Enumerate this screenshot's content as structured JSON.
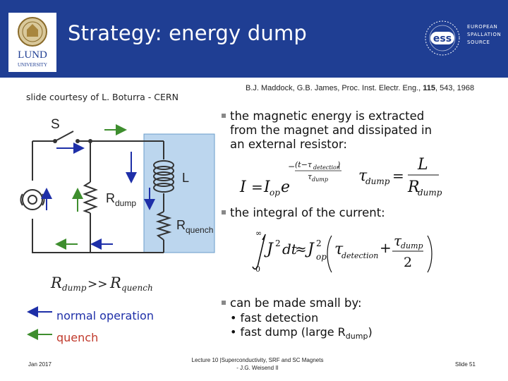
{
  "header": {
    "title": "Strategy: energy dump",
    "lund_logo_text": "LUND",
    "lund_logo_subtext": "UNIVERSITY",
    "ess_logo_text": "ess",
    "ess_lines": [
      "EUROPEAN",
      "SPALLATION",
      "SOURCE"
    ]
  },
  "credits": {
    "courtesy": "slide courtesy of L. Boturra - CERN",
    "reference_prefix": "B.J. Maddock, G.B. James, Proc. Inst. Electr. Eng.,",
    "reference_volume": "115",
    "reference_suffix": ", 543, 1968"
  },
  "circuit": {
    "switch_label": "S",
    "inductor_label": "L",
    "rdump_label_R": "R",
    "rdump_label_sub": "dump",
    "rquench_label_R": "R",
    "rquench_label_sub": "quench",
    "condition_R1": "R",
    "condition_sub1": "dump",
    "condition_op": ">>",
    "condition_R2": "R",
    "condition_sub2": "quench",
    "colors": {
      "normal": "#1e2fa8",
      "quench": "#3e8e2e",
      "highlight": "#bcd6ee"
    }
  },
  "legend": {
    "normal": "normal operation",
    "quench": "quench"
  },
  "bullets": {
    "b1_line1": "the magnetic energy is extracted",
    "b1_line2": "from the magnet and dissipated in",
    "b1_line3": "an external resistor:",
    "b2": "the integral of the current:",
    "b3": "can be made small by:",
    "sub1": "fast detection",
    "sub2": "fast dump (large R",
    "sub2_sub": "dump",
    "sub2_end": ")"
  },
  "equations": {
    "I": "I",
    "equals": "=",
    "I_op": "I",
    "op": "op",
    "e": "e",
    "exp_num": "(t−τ",
    "exp_num_sub": "detection",
    "exp_num_end": ")",
    "exp_den": "τ",
    "exp_den_sub": "dump",
    "minus": "−",
    "tau": "τ",
    "dump": "dump",
    "L": "L",
    "R": "R",
    "integral_upper": "∞",
    "integral_lower": "0",
    "J2dt": "J",
    "two": "2",
    "dt": "dt",
    "approx": "≈",
    "J": "J",
    "op2": "op",
    "detection": "detection",
    "plus": "+",
    "tau_dump": "τ",
    "dump2": "dump",
    "denom2": "2"
  },
  "footer": {
    "date": "Jan 2017",
    "lecture_line1": "Lecture 10  |Superconductivity, SRF and SC Magnets",
    "lecture_line2": "- J.G. Weisend II",
    "slide": "Slide 51"
  }
}
